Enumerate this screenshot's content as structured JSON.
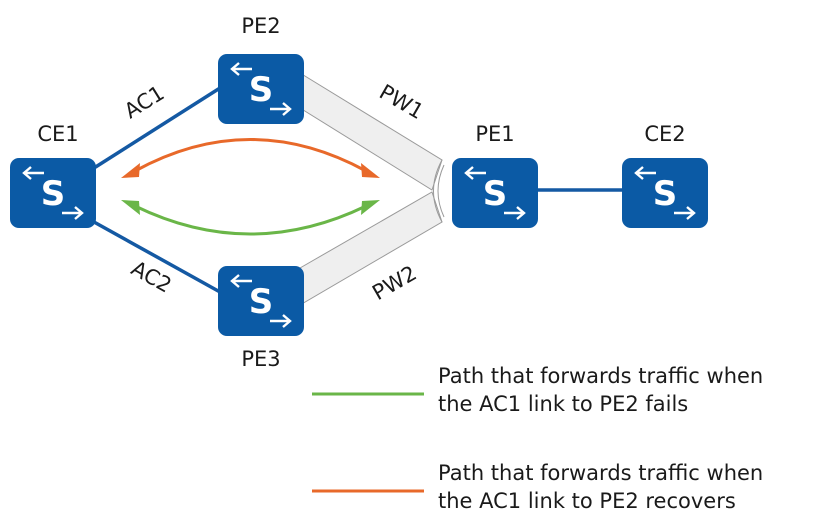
{
  "nodes": {
    "pe2": "PE2",
    "pe3": "PE3",
    "pe1": "PE1",
    "ce1": "CE1",
    "ce2": "CE2"
  },
  "links": {
    "ac1": "AC1",
    "ac2": "AC2",
    "pw1": "PW1",
    "pw2": "PW2"
  },
  "icon": {
    "name": "switch-icon",
    "glyph": "S"
  },
  "legend": {
    "items": [
      {
        "line1": "Path that forwards traffic when",
        "line2": "the AC1 link to PE2 fails",
        "color": "#6ab648"
      },
      {
        "line1": "Path that forwards traffic when",
        "line2": "the AC1 link to PE2 recovers",
        "color": "#e8692a"
      }
    ]
  },
  "colors": {
    "device": "#0b5aa5",
    "ac_link": "#1459a3",
    "pw_tunnel": "#efefef",
    "pw_outline": "#9a9a9a",
    "failover_path": "#6ab648",
    "recovery_path": "#e8692a"
  }
}
